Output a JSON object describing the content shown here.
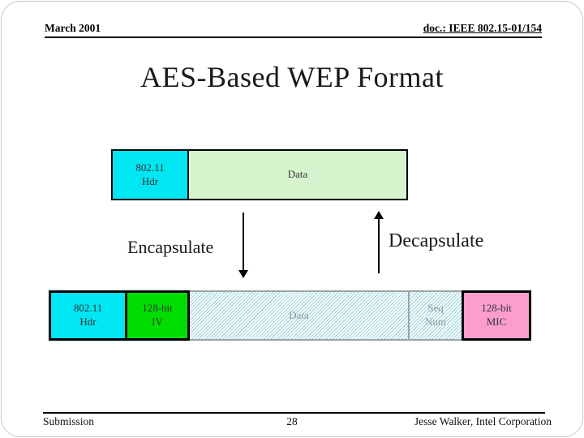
{
  "colors": {
    "cyan": "#00e6f2",
    "green": "#00dd00",
    "light-green": "#d6f5cf",
    "pink": "#fb9dcd",
    "hatch-blue": "#a5d8de",
    "gray-border": "#9aa4a6",
    "gray-text": "#8d98a0"
  },
  "header": {
    "date": "March 2001",
    "doc_id": "doc.: IEEE 802.15-01/154"
  },
  "title": "AES-Based WEP Format",
  "diagram": {
    "plain_frame": {
      "segments": [
        {
          "line1": "802.11",
          "line2": "Hdr"
        },
        {
          "line1": "Data"
        }
      ]
    },
    "encapsulate_label": "Encapsulate",
    "decapsulate_label": "Decapsulate",
    "protected_frame": {
      "segments": [
        {
          "line1": "802.11",
          "line2": "Hdr"
        },
        {
          "line1": "128-bit",
          "line2": "IV"
        },
        {
          "line1": "Data"
        },
        {
          "line1": "Seq",
          "line2": "Num"
        },
        {
          "line1": "128-bit",
          "line2": "MIC"
        }
      ]
    }
  },
  "footer": {
    "left": "Submission",
    "page_number": "28",
    "right": "Jesse Walker, Intel Corporation"
  }
}
